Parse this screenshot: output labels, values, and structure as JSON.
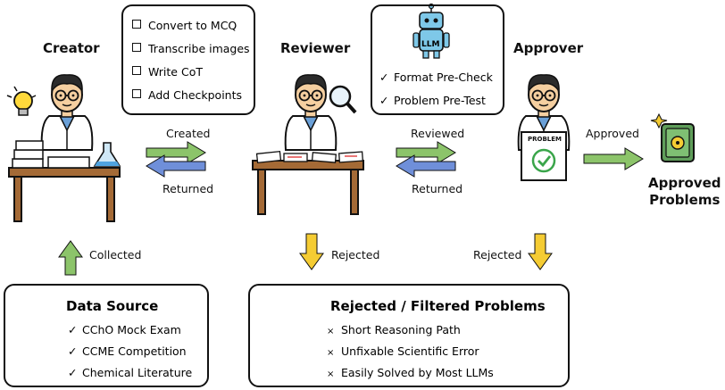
{
  "roles": {
    "creator": "Creator",
    "reviewer": "Reviewer",
    "approver": "Approver",
    "approved": [
      "Approved",
      "Problems"
    ]
  },
  "creator_tasks": [
    "Convert to MCQ",
    "Transcribe images",
    "Write CoT",
    "Add Checkpoints"
  ],
  "llm_badge": "LLM",
  "prechecks": [
    "Format Pre-Check",
    "Problem Pre-Test"
  ],
  "problem_sheet": "PROBLEM",
  "flows": {
    "created": "Created",
    "returned_1": "Returned",
    "reviewed": "Reviewed",
    "returned_2": "Returned",
    "approved": "Approved",
    "collected": "Collected",
    "rejected_1": "Rejected",
    "rejected_2": "Rejected"
  },
  "data_source": {
    "title": "Data Source",
    "items": [
      "CChO Mock Exam",
      "CCME Competition",
      "Chemical Literature"
    ]
  },
  "rejected": {
    "title": "Rejected / Filtered Problems",
    "items": [
      "Short Reasoning Path",
      "Unfixable Scientific Error",
      "Easily Solved by Most LLMs"
    ]
  },
  "colors": {
    "green_arrow": "#8cc46a",
    "blue_arrow": "#6f8fd9",
    "yellow_arrow": "#f5cc33",
    "robot": "#7ec8e8",
    "desk": "#a46a36",
    "safe": "#5f9e5a"
  }
}
